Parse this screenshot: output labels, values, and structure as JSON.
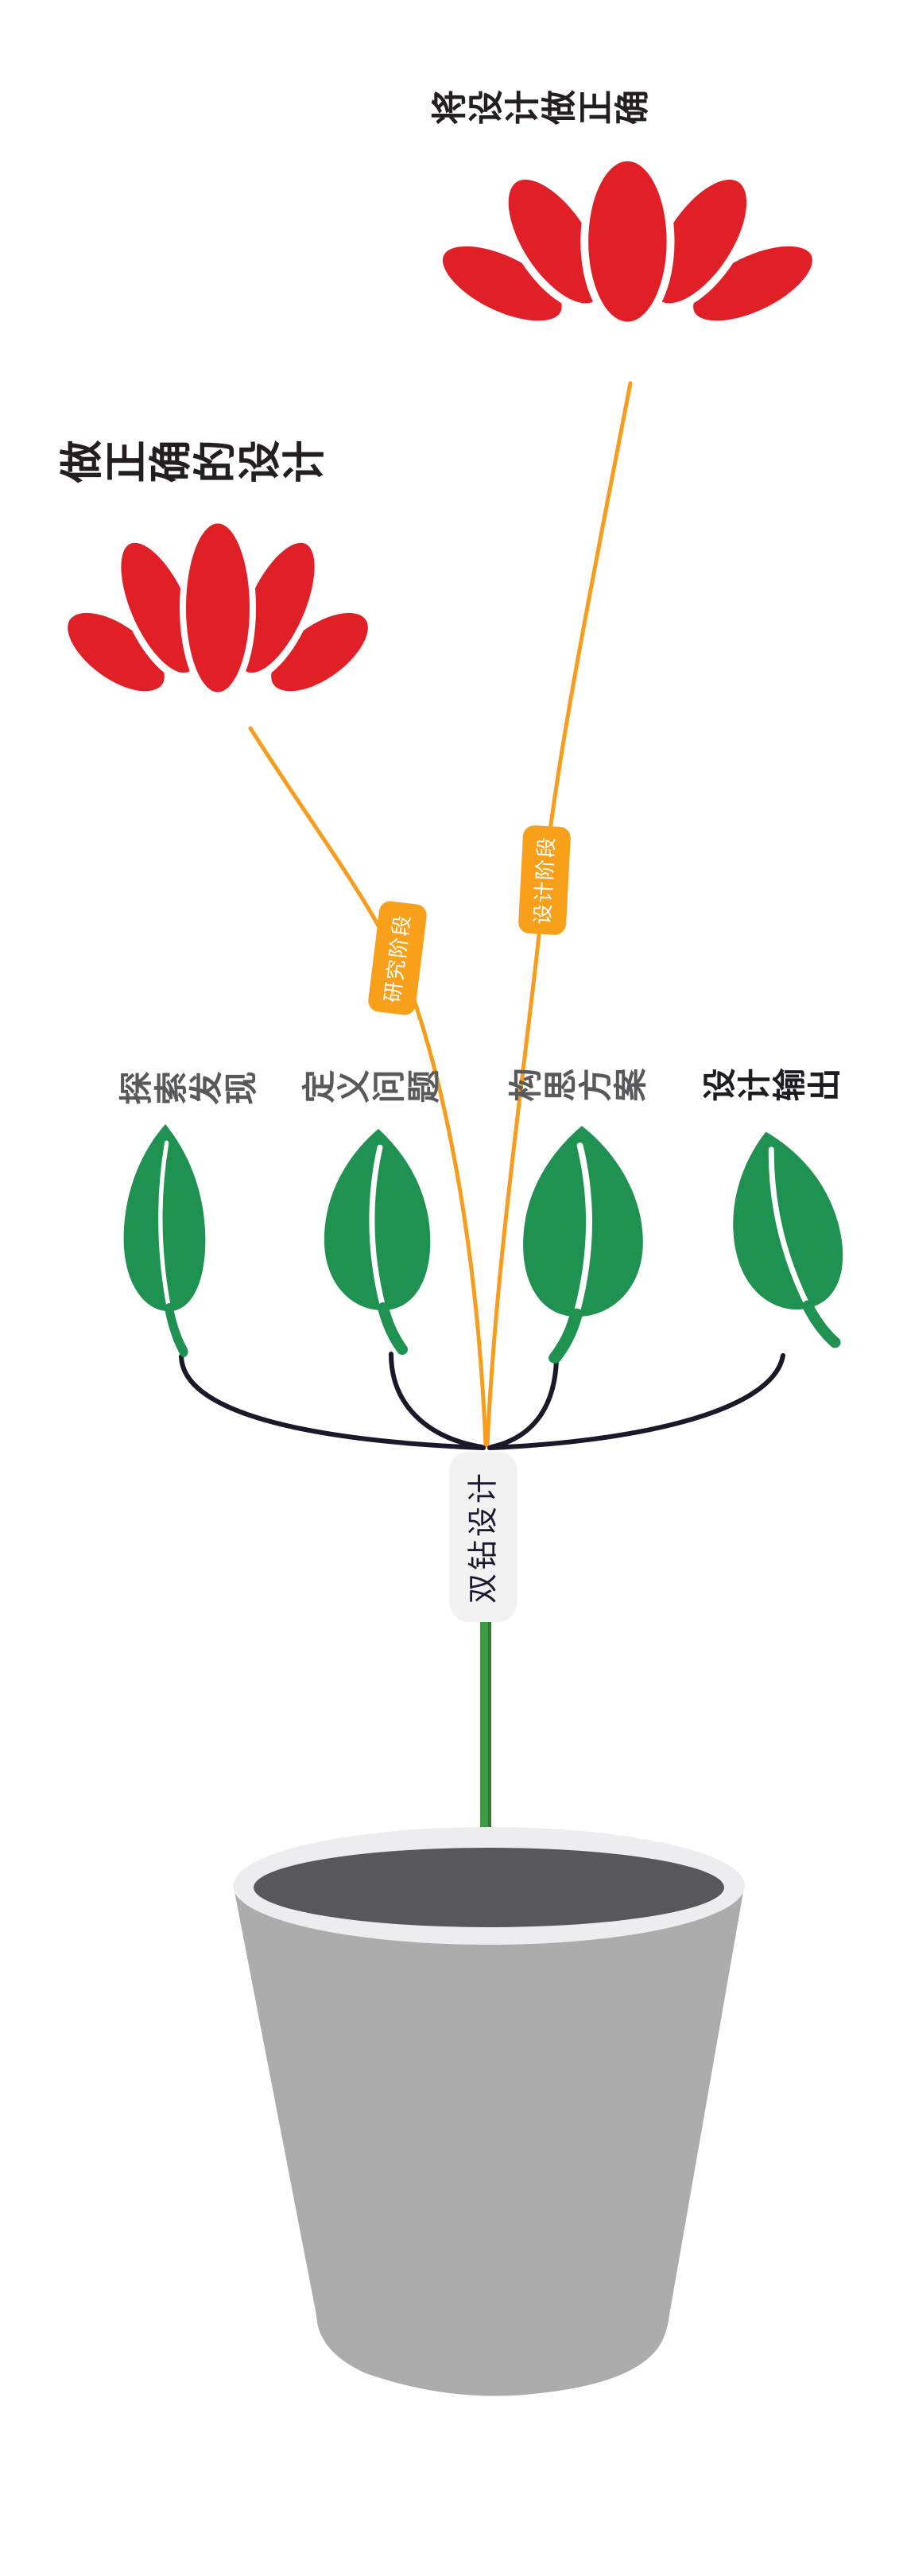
{
  "diagram": {
    "background": "#FFFFFF",
    "flowers": [
      {
        "id": "flower-left",
        "label": "做正确的设计"
      },
      {
        "id": "flower-right",
        "label": "将设计做正确"
      }
    ],
    "stages": [
      {
        "id": "research-stage",
        "label": "研究阶段"
      },
      {
        "id": "design-stage",
        "label": "设计阶段"
      }
    ],
    "leaves": [
      {
        "id": "leaf-1",
        "label": "探索发现"
      },
      {
        "id": "leaf-2",
        "label": "定义问题"
      },
      {
        "id": "leaf-3",
        "label": "构思方案"
      },
      {
        "id": "leaf-4",
        "label": "设计输出"
      }
    ],
    "stem": {
      "label": "双钻设计"
    },
    "colors": {
      "flower_red": "#E01F26",
      "leaf_green": "#1F9150",
      "branch_orange": "#F89C1C",
      "badge_orange": "#F9A01B",
      "branch_black": "#191929",
      "stem_green": "#3F9B43",
      "stem_green_dark": "#2E7D32",
      "pot_body": "#ACACAC",
      "pot_rim": "#EDEDEF",
      "pot_soil": "#58585A",
      "label_gray": "#58595B",
      "label_dark": "#1D1D21",
      "title_black": "#231F20",
      "pill_bg": "#F2F2F3",
      "pill_text": "#1A1A2E",
      "badge_text": "#FFFFFF"
    }
  }
}
